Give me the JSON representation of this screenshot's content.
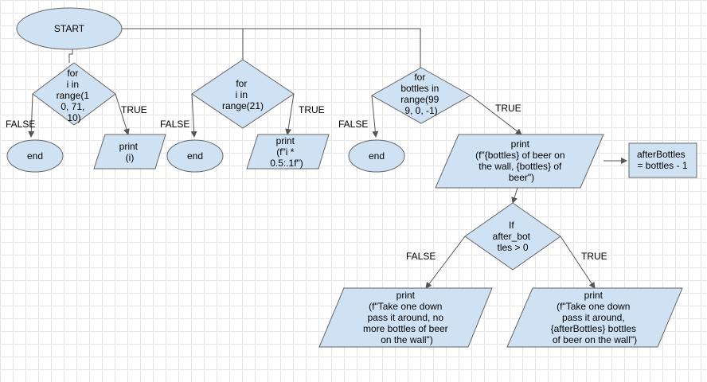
{
  "nodes": {
    "start": "START",
    "loop1": [
      "for",
      "i in",
      "range(1",
      "0, 71,",
      "10)"
    ],
    "end1": "end",
    "print1": [
      "print",
      "(i)"
    ],
    "loop2": [
      "for",
      "i in",
      "range(21)"
    ],
    "end2": "end",
    "print2": [
      "print",
      "(f\"i *",
      "0.5:.1f\")"
    ],
    "loop3": [
      "for",
      "bottles in",
      "range(99",
      "9, 0, -1)"
    ],
    "end3": "end",
    "print3": [
      "print",
      "(f\"{bottles} of beer on",
      "the wall, {bottles} of",
      "beer\")"
    ],
    "assign": [
      "afterBottles",
      "= bottles - 1"
    ],
    "cond": [
      "If",
      "after_bot",
      "tles > 0"
    ],
    "printFalse": [
      "print",
      "(f\"Take one down",
      "pass it around, no",
      "more bottles of beer",
      "on the wall\")"
    ],
    "printTrue": [
      "print",
      "(f\"Take one down",
      "pass it around,",
      "{afterBottles} bottles",
      "of beer on the wall\")"
    ]
  },
  "edge_labels": {
    "loop1_false": "FALSE",
    "loop1_true": "TRUE",
    "loop2_false": "FALSE",
    "loop2_true": "TRUE",
    "loop3_false": "FALSE",
    "loop3_true": "TRUE",
    "cond_false": "FALSE",
    "cond_true": "TRUE"
  },
  "colors": {
    "fill": "#cfe2f3",
    "stroke": "#666666",
    "edge": "#555555",
    "grid": "#e6e6e6"
  }
}
